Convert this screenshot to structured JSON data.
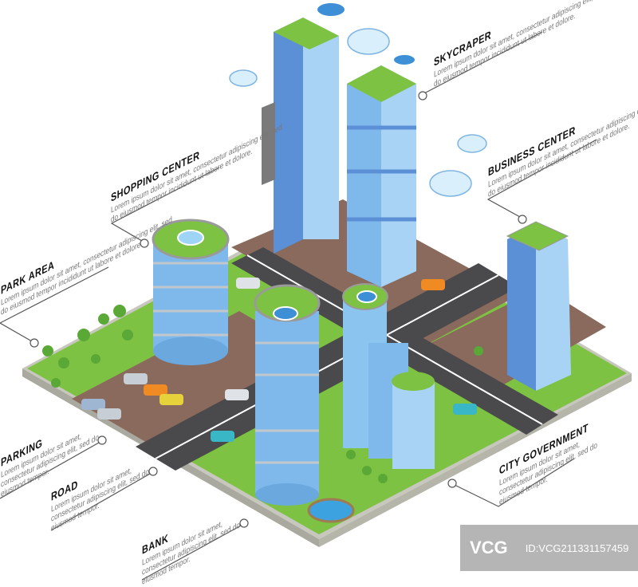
{
  "labels": [
    {
      "title": "SKYCRAPER",
      "text": "Lorem ipsum dolor sit amet, consectetur adipiscing elit, sed do eiusmod tempor incididunt ut labore et dolore."
    },
    {
      "title": "BUSINESS CENTER",
      "text": "Lorem ipsum dolor sit amet, consectetur adipiscing elit, sed do eiusmod tempor incididunt ut labore et dolore."
    },
    {
      "title": "SHOPPING CENTER",
      "text": "Lorem ipsum dolor sit amet, consectetur adipiscing elit, sed do eiusmod tempor incididunt ut labore et dolore."
    },
    {
      "title": "PARK AREA",
      "text": "Lorem ipsum dolor sit amet, consectetur adipiscing elit, sed do eiusmod tempor incididunt ut labore et dolore."
    },
    {
      "title": "PARKING",
      "text": "Lorem ipsum dolor sit amet, consectetur adipiscing elit, sed do eiusmod tempor."
    },
    {
      "title": "ROAD",
      "text": "Lorem ipsum dolor sit amet, consectetur adipiscing elit, sed do eiusmod tempor."
    },
    {
      "title": "BANK",
      "text": "Lorem ipsum dolor sit amet, consectetur adipiscing elit, sed do eiusmod tempor."
    },
    {
      "title": "CITY GOVERNMENT",
      "text": "Lorem ipsum dolor sit amet, consectetur adipiscing elit, sed do eiusmod tempor."
    }
  ],
  "watermark": {
    "brand": "VCG",
    "id": "ID:VCG211331157459"
  },
  "colors": {
    "grass": "#7dc242",
    "road": "#4a4a4c",
    "sidewalk": "#8a6a5c",
    "glass": "#7fb9ec",
    "base": "#b9b9b0"
  }
}
